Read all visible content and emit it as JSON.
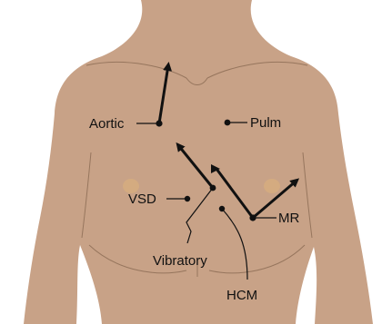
{
  "labels": {
    "aortic": "Aortic",
    "pulm": "Pulm",
    "vsd": "VSD",
    "mr": "MR",
    "vibratory": "Vibratory",
    "hcm": "HCM"
  },
  "colors": {
    "skin": "#c8a287",
    "skin_shadow": "#b88f73",
    "nipple": "#d4ab80",
    "ink": "#111111",
    "background": "#ffffff"
  }
}
